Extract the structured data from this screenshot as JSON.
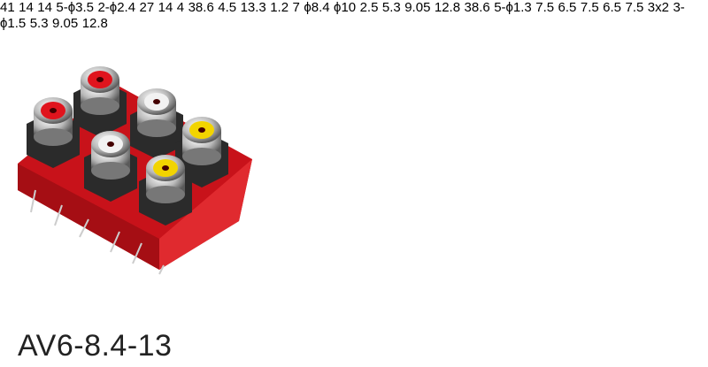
{
  "model": "AV6-8.4-13",
  "colors": {
    "base": "#d8141b",
    "housing": "#2b2b2b",
    "red_insert": "#e0141d",
    "white_insert": "#f2f2f2",
    "yellow_insert": "#f2d400",
    "line": "#333333"
  },
  "front_view": {
    "overall_width": "41",
    "spacing_left": "14",
    "spacing_right": "14",
    "jack_holes": "5-ϕ3.5",
    "locating_holes": "2-ϕ2.4",
    "height": "27",
    "row_spacing": "14",
    "pin_offset": "4",
    "pin_span": "38.6",
    "pin_length": "4.5"
  },
  "side_view": {
    "depth": "13.3",
    "flange": "1.2",
    "protrusion": "7",
    "small_diameter": "ϕ8.4",
    "large_diameter": "ϕ10",
    "offset": "2.5",
    "pin_a": "5.3",
    "pin_b": "9.05",
    "pin_c": "12.8"
  },
  "footprint": {
    "span": "38.6",
    "pin_holes": "5-ϕ1.3",
    "pitches": [
      "7.5",
      "6.5",
      "7.5",
      "6.5",
      "7.5"
    ],
    "slot": "3x2",
    "mount_holes": "3-ϕ1.5",
    "row_a": "5.3",
    "row_b": "9.05",
    "row_c": "12.8"
  }
}
